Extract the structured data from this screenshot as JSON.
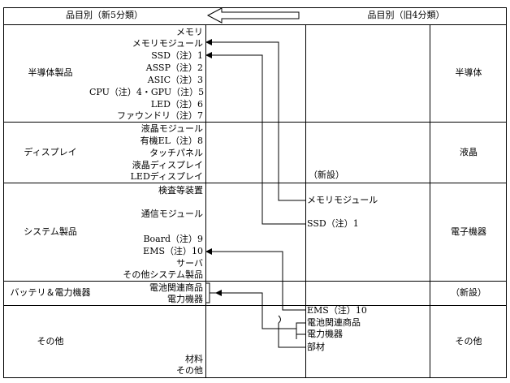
{
  "header": {
    "new_label": "品目別（新5分類）",
    "old_label": "品目別（旧4分類）"
  },
  "new_categories": [
    {
      "name": "半導体製品",
      "items": [
        "メモリ",
        "メモリモジュール",
        "SSD（注）1",
        "ASSP（注）2",
        "ASIC（注）3",
        "CPU（注）4・GPU（注）5",
        "LED（注）6",
        "ファウンドリ（注）7"
      ]
    },
    {
      "name": "ディスプレイ",
      "items": [
        "液晶モジュール",
        "有機EL（注）8",
        "タッチパネル",
        "液晶ディスプレイ",
        "LEDディスプレイ"
      ]
    },
    {
      "name": "システム製品",
      "items": [
        "検査等装置",
        "通信モジュール",
        "Board（注）9",
        "EMS（注）10",
        "サーバ",
        "その他システム製品"
      ]
    },
    {
      "name": "バッテリ＆電力機器",
      "items": [
        "電池関連商品",
        "電力機器"
      ]
    },
    {
      "name": "その他",
      "items": [
        "材料",
        "その他"
      ]
    }
  ],
  "old_categories": [
    {
      "name": "半導体"
    },
    {
      "name": "液晶",
      "note": "（新設）"
    },
    {
      "name": "電子機器",
      "items": [
        "メモリモジュール",
        "SSD（注）1"
      ]
    },
    {
      "name": "（新設）"
    },
    {
      "name": "その他",
      "items": [
        "EMS（注）10",
        "電池関連商品",
        "電力機器",
        "部材"
      ]
    }
  ]
}
